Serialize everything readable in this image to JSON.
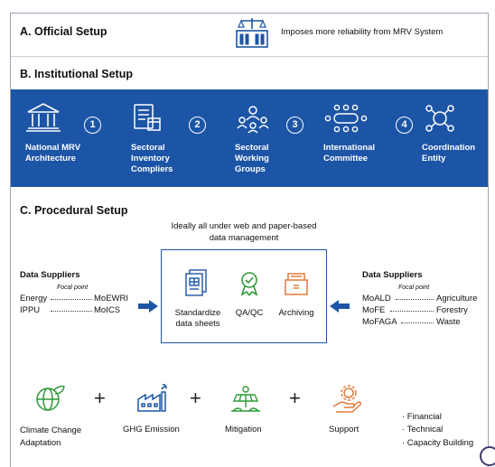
{
  "sections": {
    "official": {
      "title": "A. Official Setup",
      "note": "Imposes more reliability from MRV System"
    },
    "institutional": {
      "title": "B. Institutional Setup"
    },
    "procedural": {
      "title": "C. Procedural Setup"
    }
  },
  "institutional_items": [
    {
      "label": "National MRV\nArchitecture",
      "icon": "pillars-icon"
    },
    {
      "label": "Sectoral\nInventory\nCompliers",
      "icon": "inventory-icon"
    },
    {
      "label": "Sectoral\nWorking\nGroups",
      "icon": "working-group-icon"
    },
    {
      "label": "International\nCommittee",
      "icon": "meeting-icon"
    },
    {
      "label": "Coordination\nEntity",
      "icon": "coordination-icon"
    }
  ],
  "step_numbers": [
    "1",
    "2",
    "3",
    "4"
  ],
  "procedural": {
    "center_note": "Ideally all under web and paper-based\ndata management",
    "box_items": [
      {
        "label": "Standardize\ndata sheets",
        "icon": "datasheet-icon"
      },
      {
        "label": "QA/QC",
        "icon": "qaqc-badge-icon"
      },
      {
        "label": "Archiving",
        "icon": "archive-icon"
      }
    ],
    "left": {
      "title": "Data Suppliers",
      "focal": "Focal point",
      "rows": [
        {
          "source": "Energy",
          "target": "MoEWRI"
        },
        {
          "source": "IPPU",
          "target": "MoICS"
        }
      ]
    },
    "right": {
      "title": "Data Suppliers",
      "focal": "Focal point",
      "rows": [
        {
          "source": "MoALD",
          "target": "Agriculture"
        },
        {
          "source": "MoFE",
          "target": "Forestry"
        },
        {
          "source": "MoFAGA",
          "target": "Waste"
        }
      ]
    }
  },
  "bottom_items": [
    {
      "label": "Climate Change\nAdaptation",
      "icon": "globe-leaf-icon"
    },
    {
      "label": "GHG Emission",
      "icon": "factory-icon"
    },
    {
      "label": "Mitigation",
      "icon": "solar-plant-icon"
    },
    {
      "label": "Support",
      "icon": "hand-gear-icon"
    }
  ],
  "support_types": [
    "· Financial",
    "· Technical",
    "· Capacity Building"
  ],
  "plus": "+",
  "colors": {
    "primary": "#1d55a6",
    "green": "#2e9a3a",
    "orange": "#e07a3c",
    "icon_blue": "#1d55a6"
  }
}
